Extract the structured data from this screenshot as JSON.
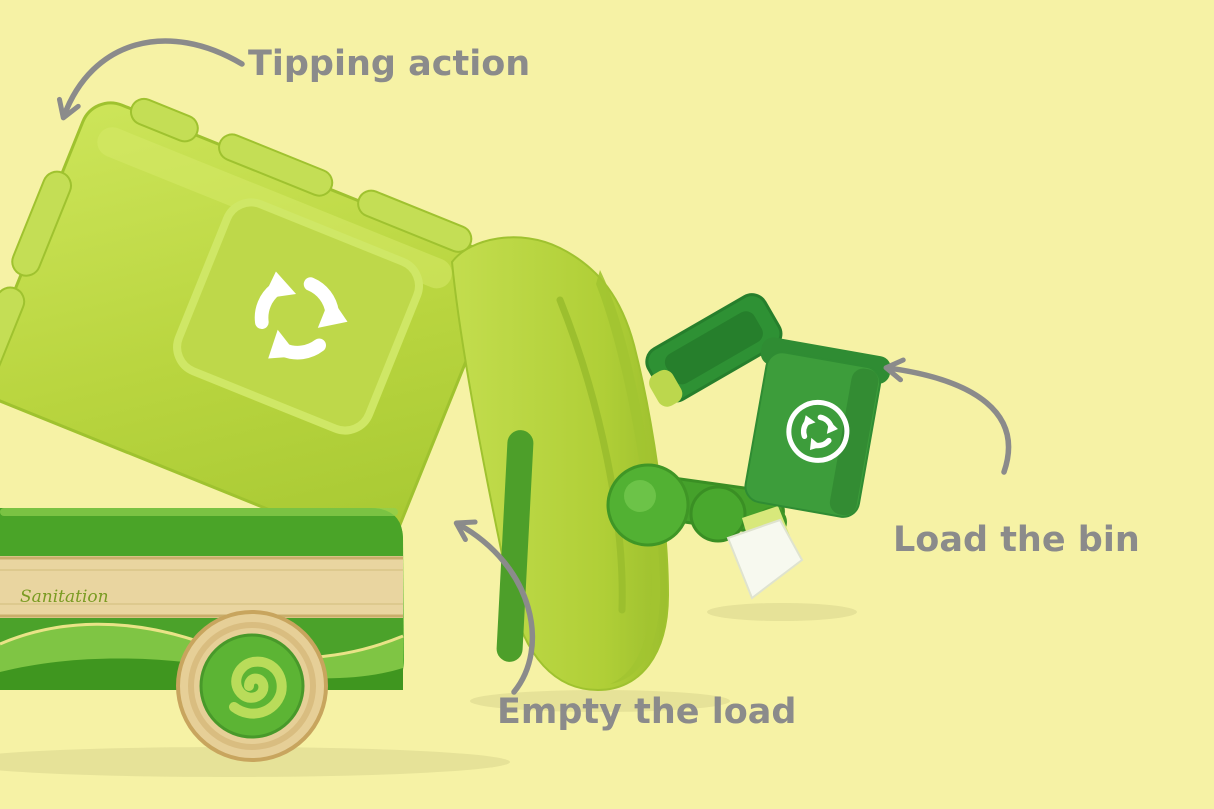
{
  "scene": {
    "background": "#f6f2a5"
  },
  "annotations": {
    "tipping": "Tipping action",
    "load": "Load the bin",
    "empty": "Empty the load"
  },
  "truck": {
    "side_text": "Sanitation",
    "colors": {
      "lime": "#b9d53f",
      "lime_light": "#cde55a",
      "lime_dark": "#9fc22f",
      "green": "#54b02e",
      "dark_green": "#3a9c3a",
      "wood": "#e9d5a0",
      "annotation_gray": "#8b8b8b",
      "emblem_white": "#ffffff"
    }
  },
  "icons": {
    "container_emblem": "recycle-icon",
    "bin_emblem": "recycle-icon",
    "tipping_arrow": "curved-arrow-icon",
    "load_arrow": "curved-arrow-icon",
    "empty_arrow": "curved-arrow-icon"
  }
}
